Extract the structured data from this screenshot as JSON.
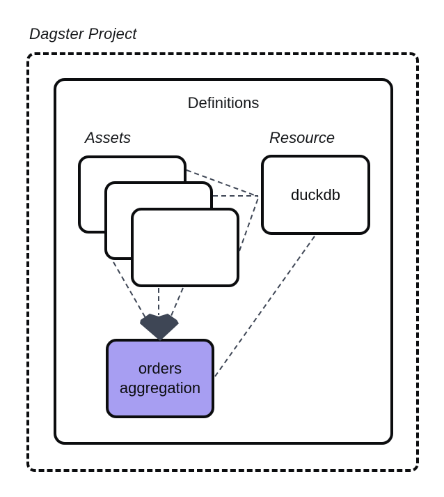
{
  "diagram": {
    "title": "Dagster Project",
    "container_label": "Definitions",
    "groups": {
      "assets_label": "Assets",
      "resource_label": "Resource"
    },
    "nodes": {
      "duckdb_label": "duckdb",
      "orders_label": "orders aggregation"
    },
    "colors": {
      "background": "#ffffff",
      "border_black": "#0c0d0f",
      "edge_slate": "#3e4655",
      "node_purple": "#a79ef2"
    },
    "edges": [
      {
        "from": "asset-card-1",
        "to": "duckdb"
      },
      {
        "from": "asset-card-2",
        "to": "duckdb"
      },
      {
        "from": "asset-card-3",
        "to": "duckdb"
      },
      {
        "from": "asset-card-2",
        "to": "orders-aggregation"
      },
      {
        "from": "asset-card-3",
        "to": "orders-aggregation"
      },
      {
        "from": "asset-card-3",
        "to": "orders-aggregation"
      },
      {
        "from": "duckdb",
        "to": "orders-aggregation"
      }
    ]
  }
}
